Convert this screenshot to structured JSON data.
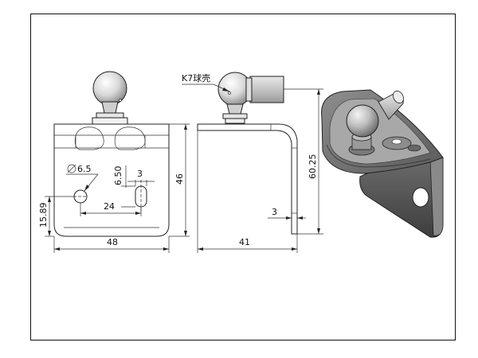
{
  "drawing": {
    "callout_label": "K7球壳",
    "dimensions": {
      "hole_diameter": "6.5",
      "slot_height": "6.50",
      "slot_width": "3",
      "hole_spacing": "24",
      "hole_height": "15.89",
      "front_height": "46",
      "front_width": "48",
      "side_depth": "41",
      "side_height": "60.25",
      "plate_thickness": "3"
    }
  },
  "colors": {
    "frame": "#111111",
    "drawing_line": "#222222",
    "iso_part_dark": "#4a4a4a",
    "iso_part_light": "#9a9a9a"
  }
}
